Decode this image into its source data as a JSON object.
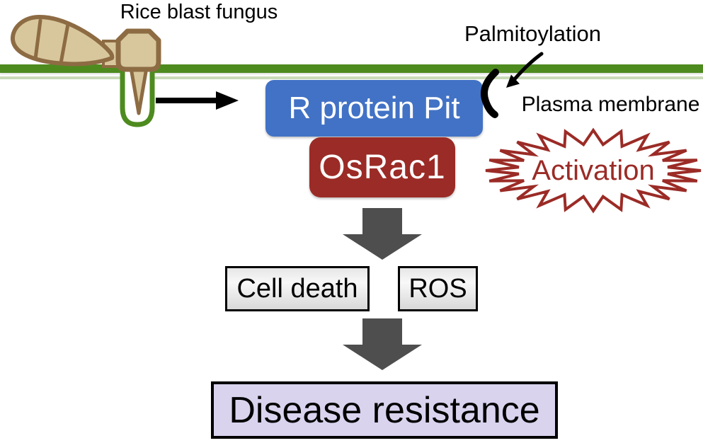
{
  "diagram": {
    "fungus_label": "Rice blast fungus",
    "palmitoylation_label": "Palmitoylation",
    "plasma_membrane_label": "Plasma membrane",
    "receptor": "R protein Pit",
    "gtpase": "OsRac1",
    "activation_label": "Activation",
    "outcomes": {
      "cell_death": "Cell death",
      "ros": "ROS"
    },
    "result": "Disease resistance"
  },
  "colors": {
    "membrane_green": "#4e8b1f",
    "membrane_green_light": "#c9dab8",
    "receptor_blue": "#4272c5",
    "gtpase_red": "#9b2b26",
    "activation_red": "#9b2b26",
    "arrow_gray": "#4e4e4e",
    "resistance_lavender": "#d9d3ee",
    "fungus_tan": "#d8c79c",
    "fungus_brown": "#8d6b43",
    "text_black": "#000000",
    "text_white": "#ffffff"
  }
}
